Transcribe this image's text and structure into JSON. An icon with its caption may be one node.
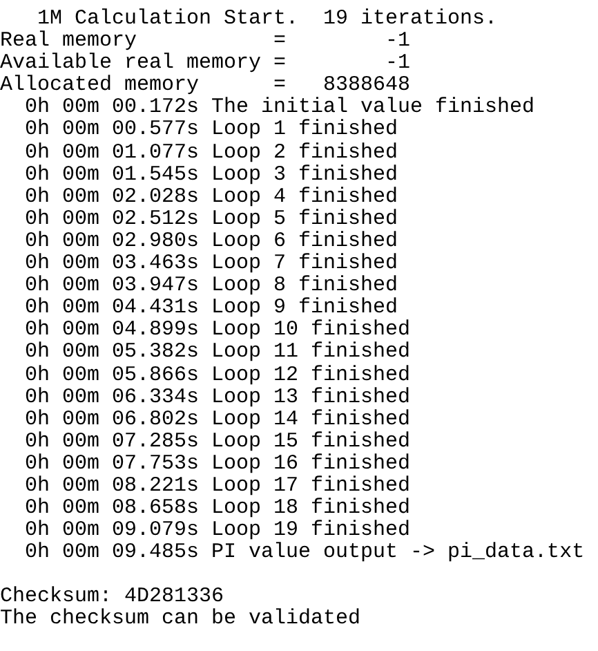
{
  "diagram": {
    "labels": [
      "1M Calculation Start.  19 iterations.",
      "Real memory           =        -1",
      "Available real memory =        -1",
      "Allocated memory      =   8388648",
      "0h 00m 00.172s The initial value finished",
      "0h 00m 00.577s Loop 1 finished",
      "0h 00m 01.077s Loop 2 finished",
      "0h 00m 01.545s Loop 3 finished",
      "0h 00m 02.028s Loop 4 finished",
      "0h 00m 02.512s Loop 5 finished",
      "0h 00m 02.980s Loop 6 finished",
      "0h 00m 03.463s Loop 7 finished",
      "0h 00m 03.947s Loop 8 finished",
      "0h 00m 04.431s Loop 9 finished",
      "0h 00m 04.899s Loop 10 finished",
      "0h 00m 05.382s Loop 11 finished",
      "0h 00m 05.866s Loop 12 finished",
      "0h 00m 06.334s Loop 13 finished",
      "0h 00m 06.802s Loop 14 finished",
      "0h 00m 07.285s Loop 15 finished",
      "0h 00m 07.753s Loop 16 finished",
      "0h 00m 08.221s Loop 17 finished",
      "0h 00m 08.658s Loop 18 finished",
      "0h 00m 09.079s Loop 19 finished",
      "0h 00m 09.485s PI value output -> pi_data.txt",
      "Checksum: 4D281336",
      "The checksum can be validated"
    ]
  }
}
